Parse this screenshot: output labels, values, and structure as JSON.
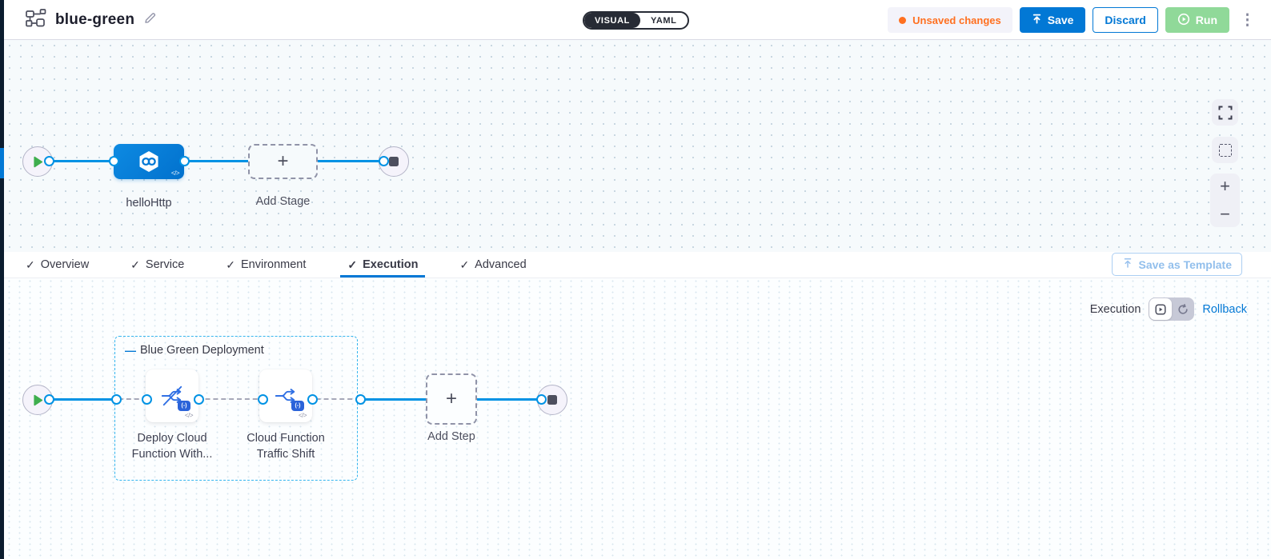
{
  "header": {
    "title": "blue-green",
    "view_toggle": {
      "visual_label": "VISUAL",
      "yaml_label": "YAML"
    },
    "unsaved_label": "Unsaved changes",
    "save_label": "Save",
    "discard_label": "Discard",
    "run_label": "Run"
  },
  "stage_canvas": {
    "stage_name": "helloHttp",
    "add_stage_label": "Add Stage"
  },
  "tabs": [
    {
      "label": "Overview"
    },
    {
      "label": "Service"
    },
    {
      "label": "Environment"
    },
    {
      "label": "Execution"
    },
    {
      "label": "Advanced"
    }
  ],
  "active_tab": "Execution",
  "save_as_template_label": "Save as Template",
  "execution_canvas": {
    "mode_label": "Execution",
    "rollback_label": "Rollback",
    "group": {
      "label": "Blue Green Deployment",
      "steps": [
        {
          "label_line1": "Deploy Cloud",
          "label_line2": "Function With...",
          "icon": "cloud-function-deploy-no-traffic-icon"
        },
        {
          "label_line1": "Cloud Function",
          "label_line2": "Traffic Shift",
          "icon": "cloud-function-traffic-shift-icon"
        }
      ]
    },
    "add_step_label": "Add Step"
  },
  "icons": {
    "check": "✓",
    "plus": "+",
    "minus": "−",
    "kebab": "⋮",
    "code": "</>",
    "collapse_dash": "—",
    "badge_text": "(-)"
  },
  "colors": {
    "accent_blue": "#0278d5",
    "connector_blue": "#0092e4",
    "unsaved_orange": "#ff7020",
    "run_green": "#90d999",
    "group_border_cyan": "#35b5ee",
    "toggle_dark": "#272b35"
  }
}
